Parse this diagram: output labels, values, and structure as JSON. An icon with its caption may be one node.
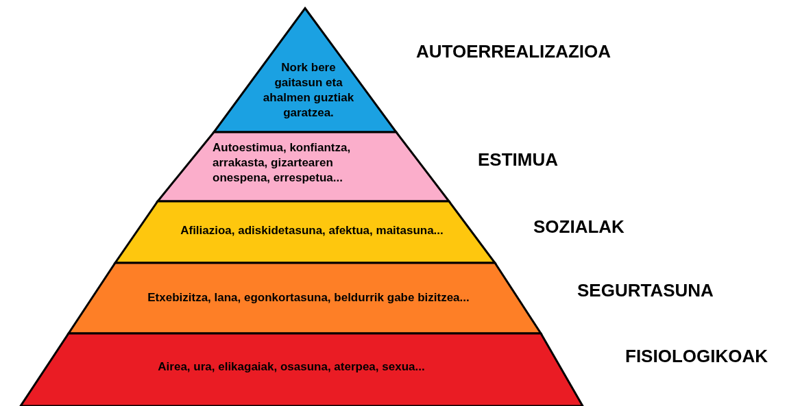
{
  "diagram": {
    "nodes": [
      {
        "text": [
          "Nork bere gaitasun eta ahalmen guztiak garatzea."
        ],
        "beside": [
          "AUTOERREALIZAZIOA"
        ]
      },
      {
        "text": [
          "Autoestimua, konfiantza, arrakasta, gizartearen onespena, errespetua..."
        ],
        "beside": [
          "ESTIMUA"
        ]
      },
      {
        "text": [
          "Afiliazioa, adiskidetasuna, afektua, maitasuna..."
        ],
        "beside": [
          "SOZIALAK"
        ]
      },
      {
        "text": [
          "Etxebizitza, lana, egonkortasuna, beldurrik gabe bizitzea..."
        ],
        "beside": [
          "SEGURTASUNA"
        ]
      },
      {
        "text": [
          "Airea, ura, elikagaiak, osasuna, aterpea, sexua..."
        ],
        "beside": [
          "FISIOLOGIKOAK"
        ]
      }
    ]
  }
}
